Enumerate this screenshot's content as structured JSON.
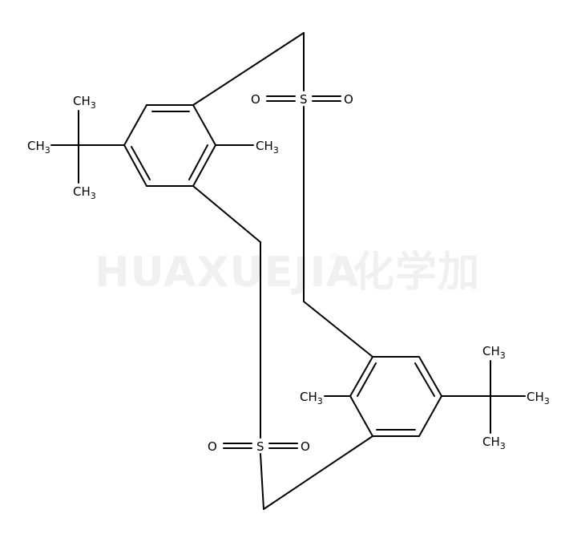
{
  "watermark": {
    "latin": "HUAXUEJIA",
    "registered": "®",
    "chinese": "化学加"
  },
  "labels": {
    "ch3": "CH",
    "ch3_sub": "3",
    "o": "O",
    "s": "S"
  },
  "colors": {
    "bond": "#000000",
    "background": "#ffffff",
    "watermark": "#e9e9e9"
  }
}
